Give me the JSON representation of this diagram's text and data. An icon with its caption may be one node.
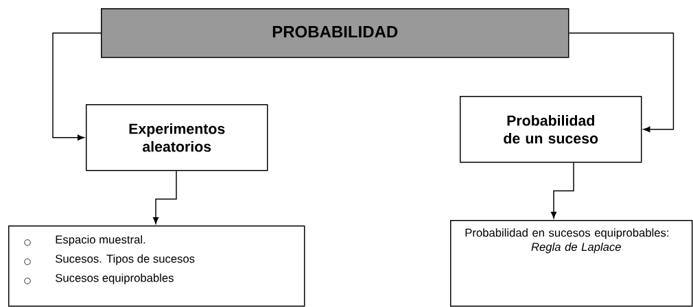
{
  "diagram": {
    "nodes": [
      {
        "text": [
          "PROBABILIDAD"
        ]
      },
      {
        "text": [
          "Experimentos aleatorios"
        ]
      },
      {
        "text": [
          "Probabilidad de un suceso"
        ]
      },
      {
        "text": [
          "Espacio muestral.",
          "Sucesos. Tipos de sucesos",
          "Sucesos equiprobables"
        ]
      },
      {
        "text": [
          "Probabilidad en sucesos equiprobables:",
          "Regla de Laplace"
        ]
      }
    ],
    "edges": [
      {
        "from": 0,
        "to": 1,
        "arrow": "to"
      },
      {
        "from": 0,
        "to": 2,
        "arrow": "to"
      },
      {
        "from": 1,
        "to": 3,
        "arrow": "to"
      },
      {
        "from": 2,
        "to": 4,
        "arrow": "to"
      }
    ]
  }
}
